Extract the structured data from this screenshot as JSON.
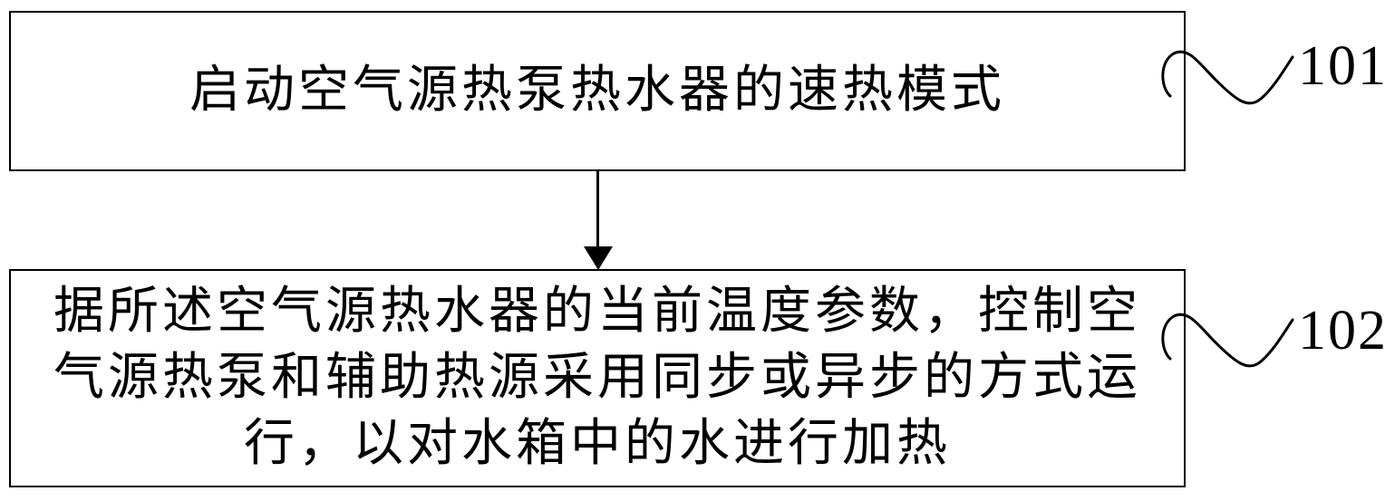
{
  "flowchart": {
    "background_color": "#ffffff",
    "line_color": "#000000",
    "steps": [
      {
        "label": "101",
        "lines": [
          "启动空气源热泵热水器的速热模式"
        ]
      },
      {
        "label": "102",
        "lines": [
          "据所述空气源热水器的当前温度参数，控制空",
          "气源热泵和辅助热源采用同步或异步的方式运",
          "行，以对水箱中的水进行加热"
        ]
      }
    ],
    "connector": {
      "type": "arrow-down"
    },
    "icons": {
      "flow_arrow": "filled-down-triangle",
      "label_connector": "wavy-squiggle"
    }
  }
}
